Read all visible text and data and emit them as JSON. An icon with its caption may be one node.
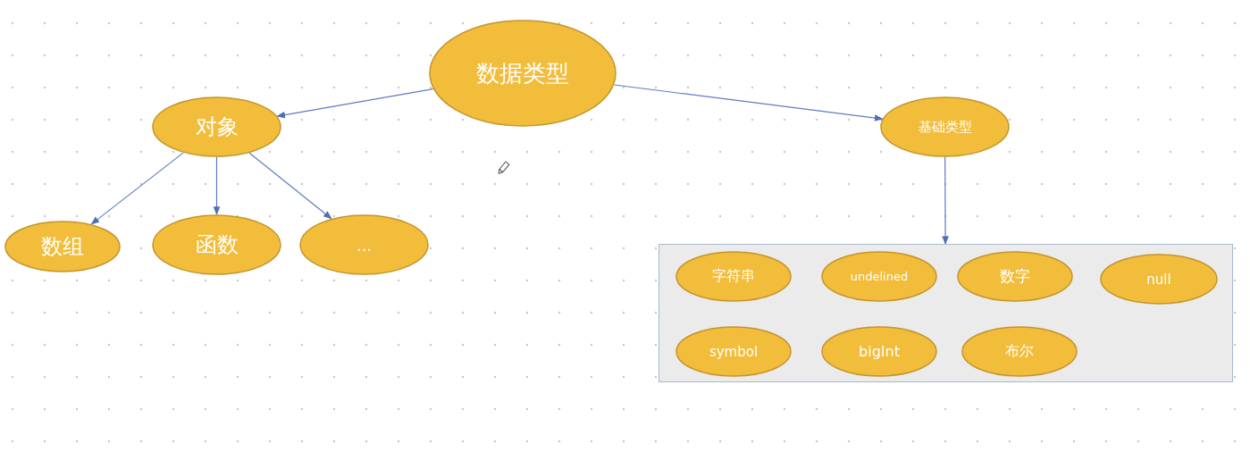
{
  "diagram": {
    "nodes": [
      {
        "text": [
          "数据类型"
        ]
      },
      {
        "text": [
          "对象"
        ]
      },
      {
        "text": [
          "基础类型"
        ]
      },
      {
        "text": [
          "数组"
        ]
      },
      {
        "text": [
          "函数"
        ]
      },
      {
        "text": [
          "..."
        ]
      },
      {
        "text": [],
        "shape": "box"
      },
      {
        "text": [
          "字符串"
        ],
        "in": 6
      },
      {
        "text": [
          "undelined"
        ],
        "in": 6
      },
      {
        "text": [
          "数字"
        ],
        "in": 6
      },
      {
        "text": [
          "null"
        ],
        "in": 6
      },
      {
        "text": [
          "symbol"
        ],
        "in": 6
      },
      {
        "text": [
          "bigInt"
        ],
        "in": 6
      },
      {
        "text": [
          "布尔"
        ],
        "in": 6
      }
    ],
    "edges": [
      {
        "from": 0,
        "to": 1,
        "arrow": "to"
      },
      {
        "from": 0,
        "to": 2,
        "arrow": "to"
      },
      {
        "from": 1,
        "to": 3,
        "arrow": "to"
      },
      {
        "from": 1,
        "to": 4,
        "arrow": "to"
      },
      {
        "from": 1,
        "to": 5,
        "arrow": "to"
      },
      {
        "from": 2,
        "to": 6,
        "arrow": "to"
      }
    ]
  }
}
